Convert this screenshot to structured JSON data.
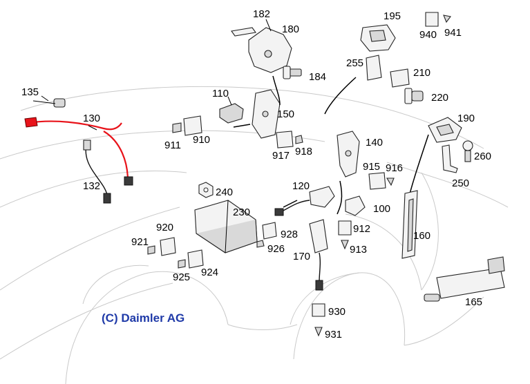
{
  "copyright": "(C) Daimler AG",
  "callouts": {
    "p135": "135",
    "p130": "130",
    "p132": "132",
    "p182": "182",
    "p180": "180",
    "p184": "184",
    "p110": "110",
    "p150": "150",
    "p911": "911",
    "p910": "910",
    "p917": "917",
    "p918": "918",
    "p195": "195",
    "p940": "940",
    "p941": "941",
    "p255": "255",
    "p210": "210",
    "p220": "220",
    "p190": "190",
    "p260": "260",
    "p250": "250",
    "p140": "140",
    "p915": "915",
    "p916": "916",
    "p240": "240",
    "p120": "120",
    "p100": "100",
    "p230": "230",
    "p920": "920",
    "p921": "921",
    "p928": "928",
    "p926": "926",
    "p925": "925",
    "p924": "924",
    "p912": "912",
    "p913": "913",
    "p170": "170",
    "p160": "160",
    "p930": "930",
    "p931": "931",
    "p165": "165"
  },
  "colors": {
    "copyright": "#1f3aa8",
    "highlight_wire": "#e8131a",
    "outline": "#c9c9c9"
  }
}
